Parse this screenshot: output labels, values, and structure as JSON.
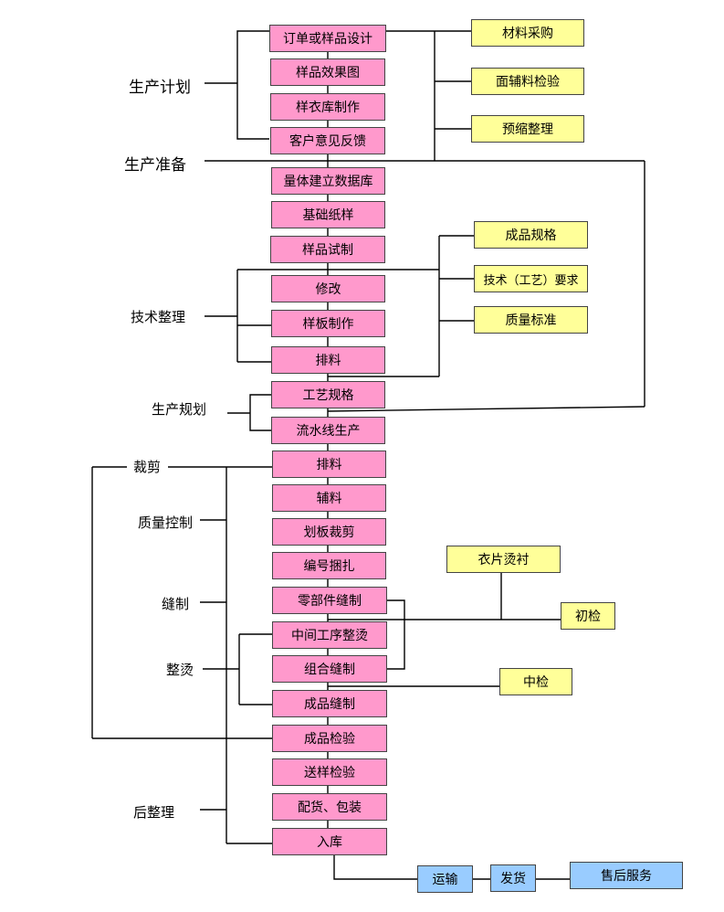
{
  "process_steps": {
    "s1": "订单或样品设计",
    "s2": "样品效果图",
    "s3": "样衣库制作",
    "s4": "客户意见反馈",
    "s5": "量体建立数据库",
    "s6": "基础纸样",
    "s7": "样品试制",
    "s8": "修改",
    "s9": "样板制作",
    "s10": "排料",
    "s11": "工艺规格",
    "s12": "流水线生产",
    "s13": "排料",
    "s14": "辅料",
    "s15": "划板裁剪",
    "s16": "编号捆扎",
    "s17": "零部件缝制",
    "s18": "中间工序整烫",
    "s19": "组合缝制",
    "s20": "成品缝制",
    "s21": "成品检验",
    "s22": "送样检验",
    "s23": "配货、包装",
    "s24": "入库"
  },
  "side_boxes": {
    "y1": "材料采购",
    "y2": "面辅料检验",
    "y3": "预缩整理",
    "y4": "成品规格",
    "y5": "技术（工艺）要求",
    "y6": "质量标准",
    "y7": "衣片烫衬",
    "y8": "初检",
    "y9": "中检"
  },
  "delivery": {
    "b1": "运输",
    "b2": "发货",
    "b3": "售后服务"
  },
  "stage_labels": {
    "l1": "生产计划",
    "l2": "生产准备",
    "l3": "技术整理",
    "l4": "生产规划",
    "l5": "裁剪",
    "l6": "质量控制",
    "l7": "缝制",
    "l8": "整烫",
    "l9": "后整理"
  },
  "colors": {
    "process": "#ff99cc",
    "side": "#ffff99",
    "delivery": "#99ccff"
  }
}
